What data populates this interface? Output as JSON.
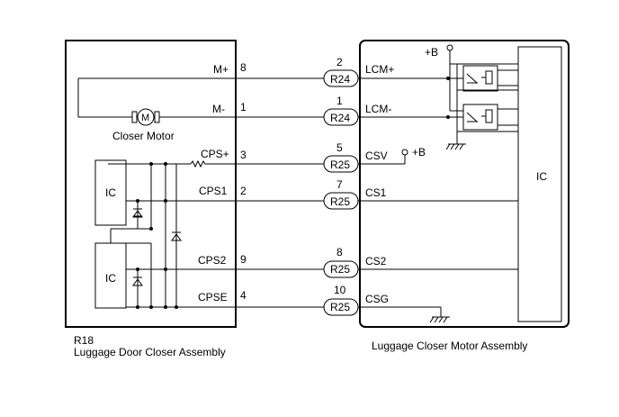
{
  "left_assembly": {
    "connector": "R18",
    "name": "Luggage Door Closer Assembly",
    "motor_label": "Closer Motor",
    "motor_symbol": "M",
    "ic_upper": "IC",
    "ic_lower": "IC"
  },
  "right_assembly": {
    "name": "Luggage Closer Motor Assembly",
    "ic": "IC",
    "power_label": "+B"
  },
  "connections": [
    {
      "left_pin_label": "M+",
      "left_pin_no": "8",
      "right_pin_no": "2",
      "connector": "R24",
      "right_pin_label": "LCM+"
    },
    {
      "left_pin_label": "M-",
      "left_pin_no": "1",
      "right_pin_no": "1",
      "connector": "R24",
      "right_pin_label": "LCM-"
    },
    {
      "left_pin_label": "CPS+",
      "left_pin_no": "3",
      "right_pin_no": "5",
      "connector": "R25",
      "right_pin_label": "CSV"
    },
    {
      "left_pin_label": "CPS1",
      "left_pin_no": "2",
      "right_pin_no": "7",
      "connector": "R25",
      "right_pin_label": "CS1"
    },
    {
      "left_pin_label": "CPS2",
      "left_pin_no": "9",
      "right_pin_no": "8",
      "connector": "R25",
      "right_pin_label": "CS2"
    },
    {
      "left_pin_label": "CPSE",
      "left_pin_no": "4",
      "right_pin_no": "10",
      "connector": "R25",
      "right_pin_label": "CSG"
    }
  ],
  "csv_power_label": "+B"
}
